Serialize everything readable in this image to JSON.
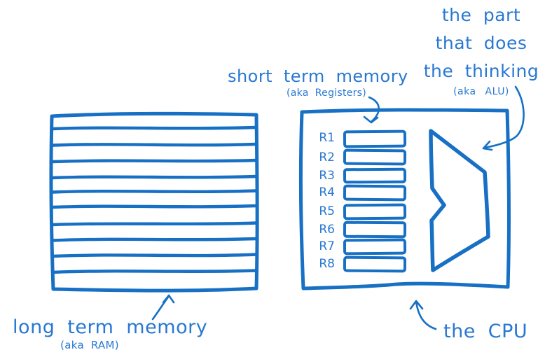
{
  "colors": {
    "stroke": "#1770c4",
    "text": "#2878d2",
    "background": "#ffffff"
  },
  "annotations": {
    "alu": {
      "line1": "the part",
      "line2": "that does",
      "line3": "the thinking",
      "aka": "(aka ALU)"
    },
    "short_term_memory": {
      "title": "short term memory",
      "aka": "(aka Registers)"
    },
    "long_term_memory": {
      "title": "long term memory",
      "aka": "(aka RAM)"
    },
    "cpu": {
      "title": "the CPU"
    }
  },
  "cpu": {
    "registers": [
      "R1",
      "R2",
      "R3",
      "R4",
      "R5",
      "R6",
      "R7",
      "R8"
    ]
  },
  "ram": {
    "slot_rows": 11
  }
}
